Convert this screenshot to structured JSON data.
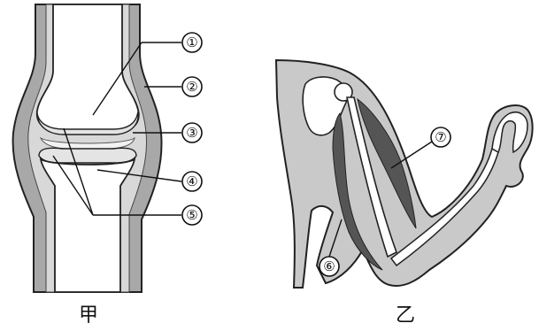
{
  "figures": [
    {
      "id": "jia",
      "caption": "甲",
      "labels": [
        "①",
        "②",
        "③",
        "④",
        "⑤"
      ]
    },
    {
      "id": "yi",
      "caption": "乙",
      "labels": [
        "⑥",
        "⑦"
      ]
    }
  ],
  "colors": {
    "outline": "#222222",
    "capsule": "#a8a8a8",
    "bone": "#ffffff",
    "cartilage": "#e4e4e4",
    "arm": "#c9c9c9",
    "muscle": "#555555"
  }
}
